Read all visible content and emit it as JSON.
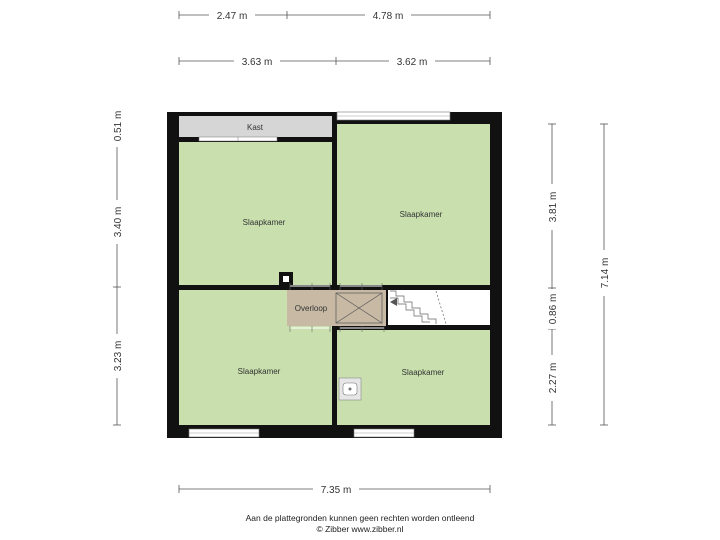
{
  "dimensions": {
    "top_row1_left": "2.47 m",
    "top_row1_right": "4.78 m",
    "top_row2_left": "3.63 m",
    "top_row2_right": "3.62 m",
    "left_top": "0.51 m",
    "left_mid": "3.40 m",
    "left_bottom": "3.23 m",
    "right_top": "3.81 m",
    "right_mid": "0.86 m",
    "right_bottom": "2.27 m",
    "right_total": "7.14 m",
    "bottom_total": "7.35 m"
  },
  "rooms": {
    "kast": "Kast",
    "bedroom_top_left": "Slaapkamer",
    "bedroom_top_right": "Slaapkamer",
    "bedroom_bottom_left": "Slaapkamer",
    "bedroom_bottom_right": "Slaapkamer",
    "landing": "Overloop"
  },
  "footer": {
    "disclaimer": "Aan de plattegronden kunnen geen rechten worden ontleend",
    "copyright": "© Zibber www.zibber.nl"
  },
  "colors": {
    "room_green": "#c9e0ae",
    "landing_tan": "#c7b9a4",
    "kast_gray": "#d6d6d6",
    "wall": "#111111"
  }
}
